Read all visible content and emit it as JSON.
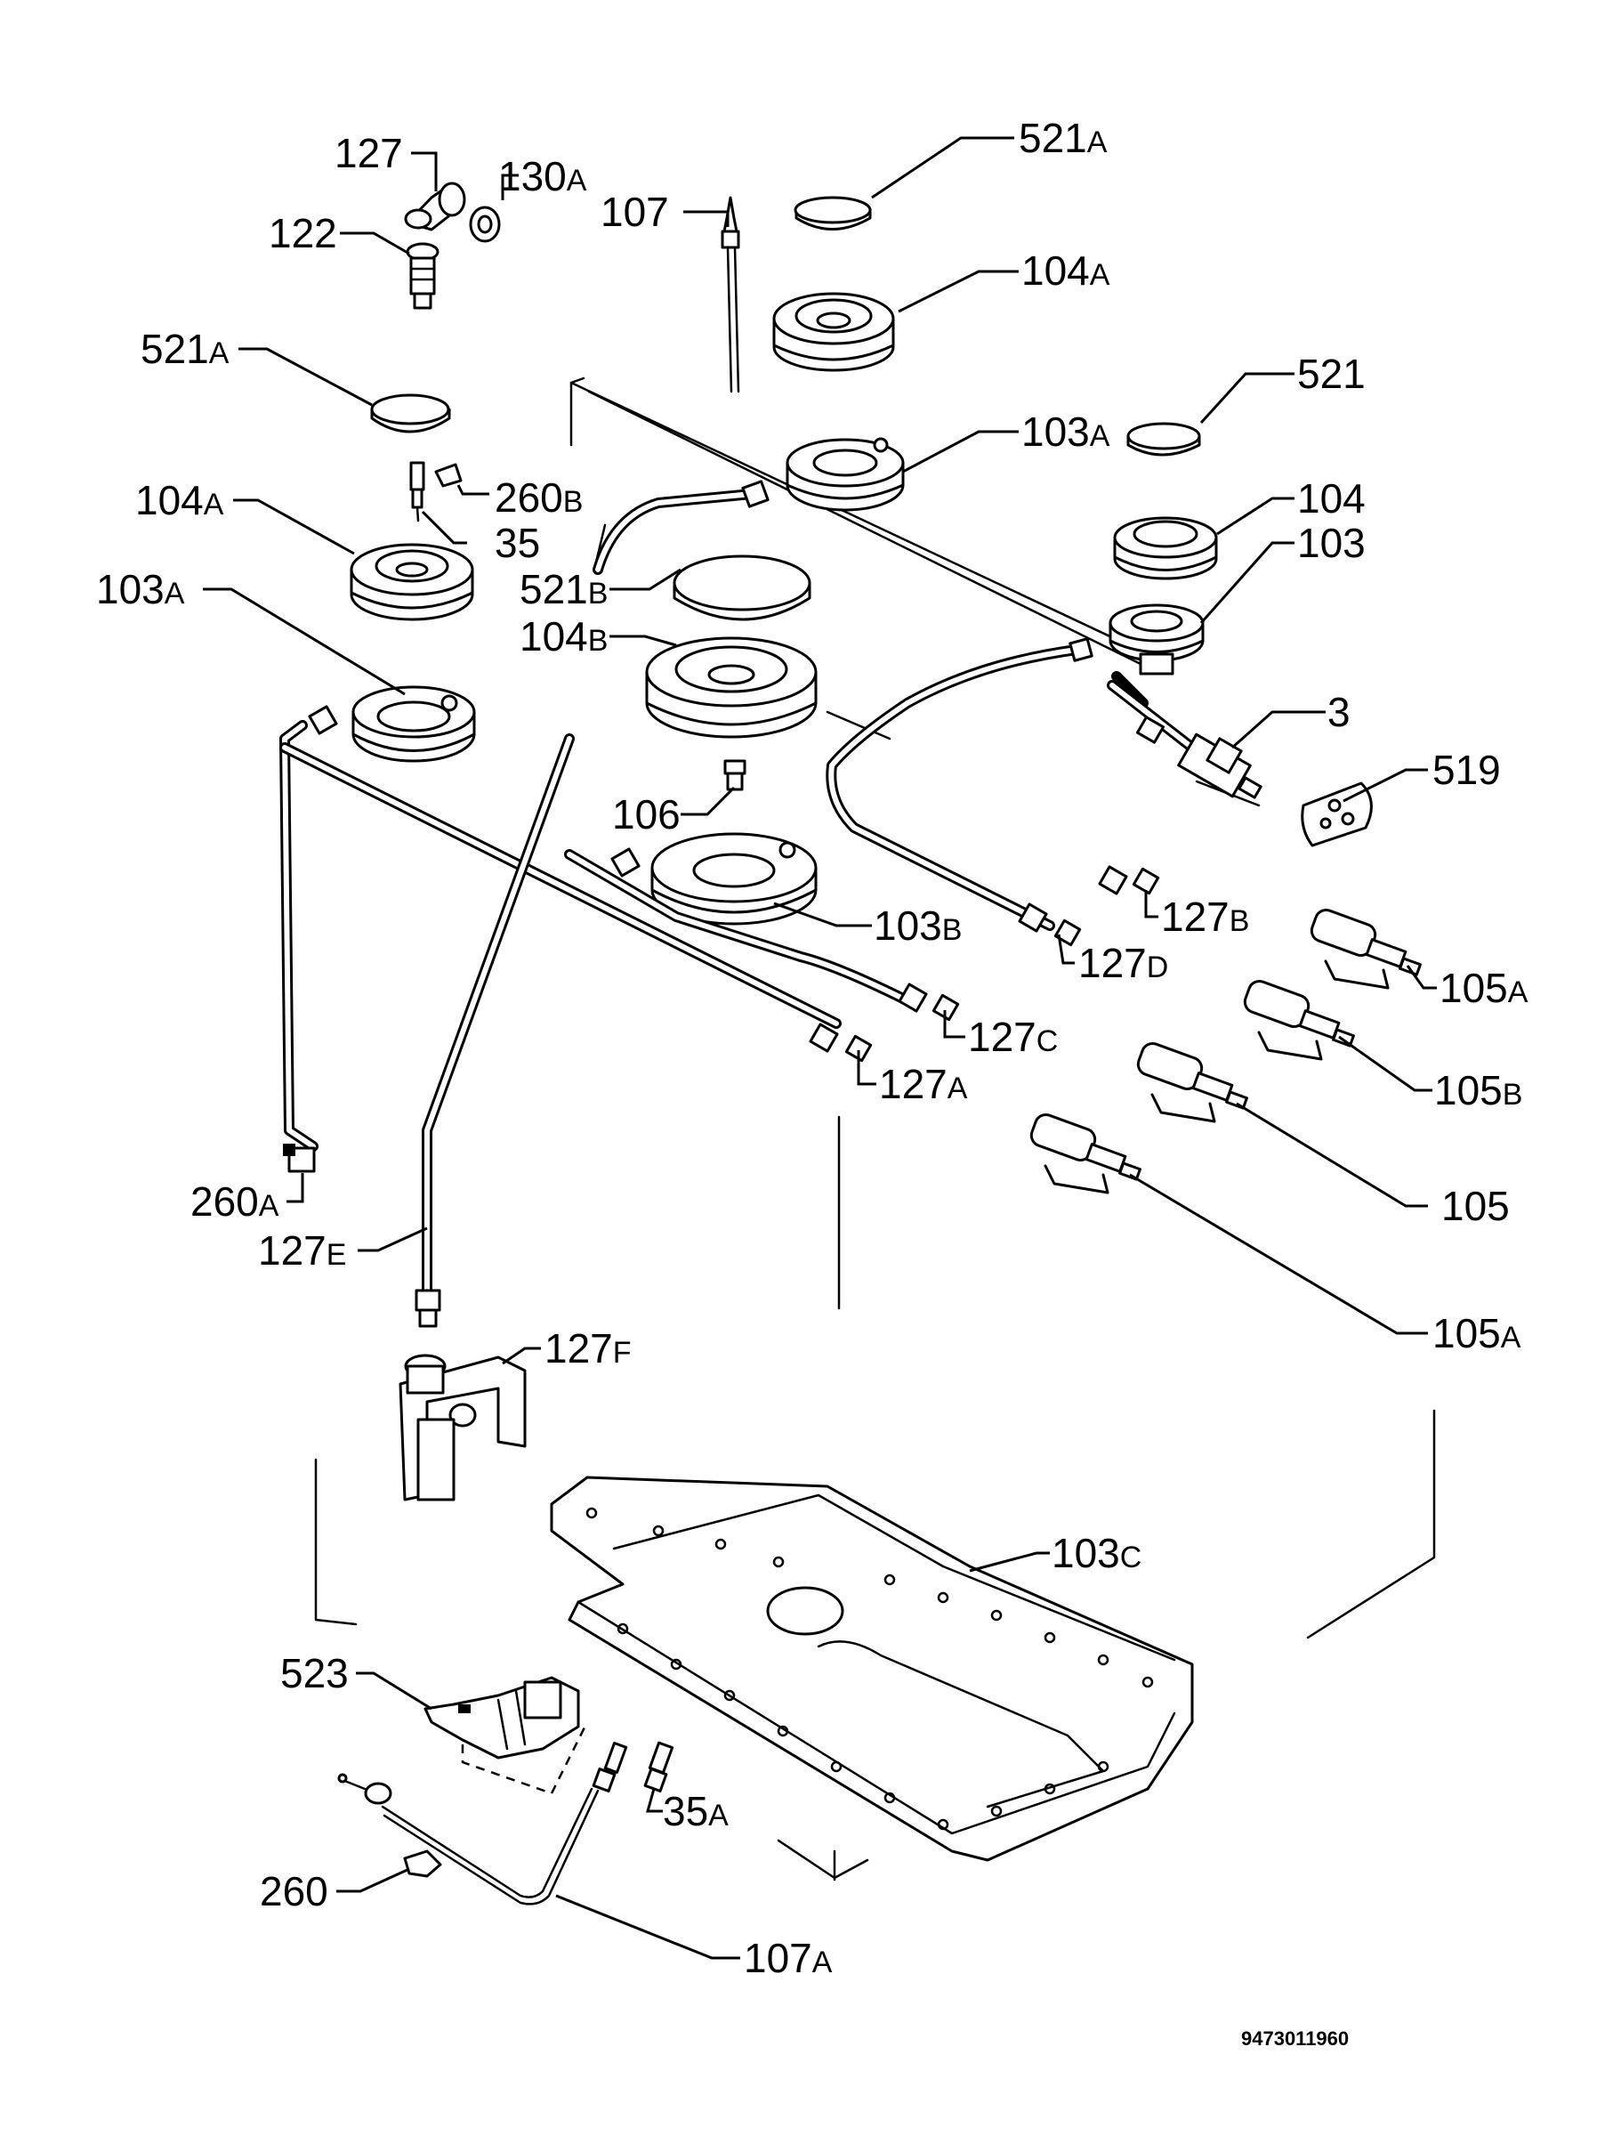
{
  "diagram": {
    "part_number": "9473011960",
    "labels": [
      {
        "main": "127",
        "suffix": ""
      },
      {
        "main": "130",
        "suffix": "A"
      },
      {
        "main": "107",
        "suffix": ""
      },
      {
        "main": "521",
        "suffix": "A"
      },
      {
        "main": "122",
        "suffix": ""
      },
      {
        "main": "104",
        "suffix": "A"
      },
      {
        "main": "521",
        "suffix": "A"
      },
      {
        "main": "521",
        "suffix": ""
      },
      {
        "main": "103",
        "suffix": "A"
      },
      {
        "main": "260",
        "suffix": "B"
      },
      {
        "main": "104",
        "suffix": "A"
      },
      {
        "main": "104",
        "suffix": ""
      },
      {
        "main": "35",
        "suffix": ""
      },
      {
        "main": "103",
        "suffix": ""
      },
      {
        "main": "103",
        "suffix": "A"
      },
      {
        "main": "521",
        "suffix": "B"
      },
      {
        "main": "104",
        "suffix": "B"
      },
      {
        "main": "3",
        "suffix": ""
      },
      {
        "main": "519",
        "suffix": ""
      },
      {
        "main": "106",
        "suffix": ""
      },
      {
        "main": "127",
        "suffix": "B"
      },
      {
        "main": "103",
        "suffix": "B"
      },
      {
        "main": "127",
        "suffix": "D"
      },
      {
        "main": "105",
        "suffix": "A"
      },
      {
        "main": "127",
        "suffix": "C"
      },
      {
        "main": "105",
        "suffix": "B"
      },
      {
        "main": "127",
        "suffix": "A"
      },
      {
        "main": "260",
        "suffix": "A"
      },
      {
        "main": "105",
        "suffix": ""
      },
      {
        "main": "127",
        "suffix": "E"
      },
      {
        "main": "105",
        "suffix": "A"
      },
      {
        "main": "127",
        "suffix": "F"
      },
      {
        "main": "103",
        "suffix": "C"
      },
      {
        "main": "523",
        "suffix": ""
      },
      {
        "main": "35",
        "suffix": "A"
      },
      {
        "main": "260",
        "suffix": ""
      },
      {
        "main": "107",
        "suffix": "A"
      }
    ]
  }
}
